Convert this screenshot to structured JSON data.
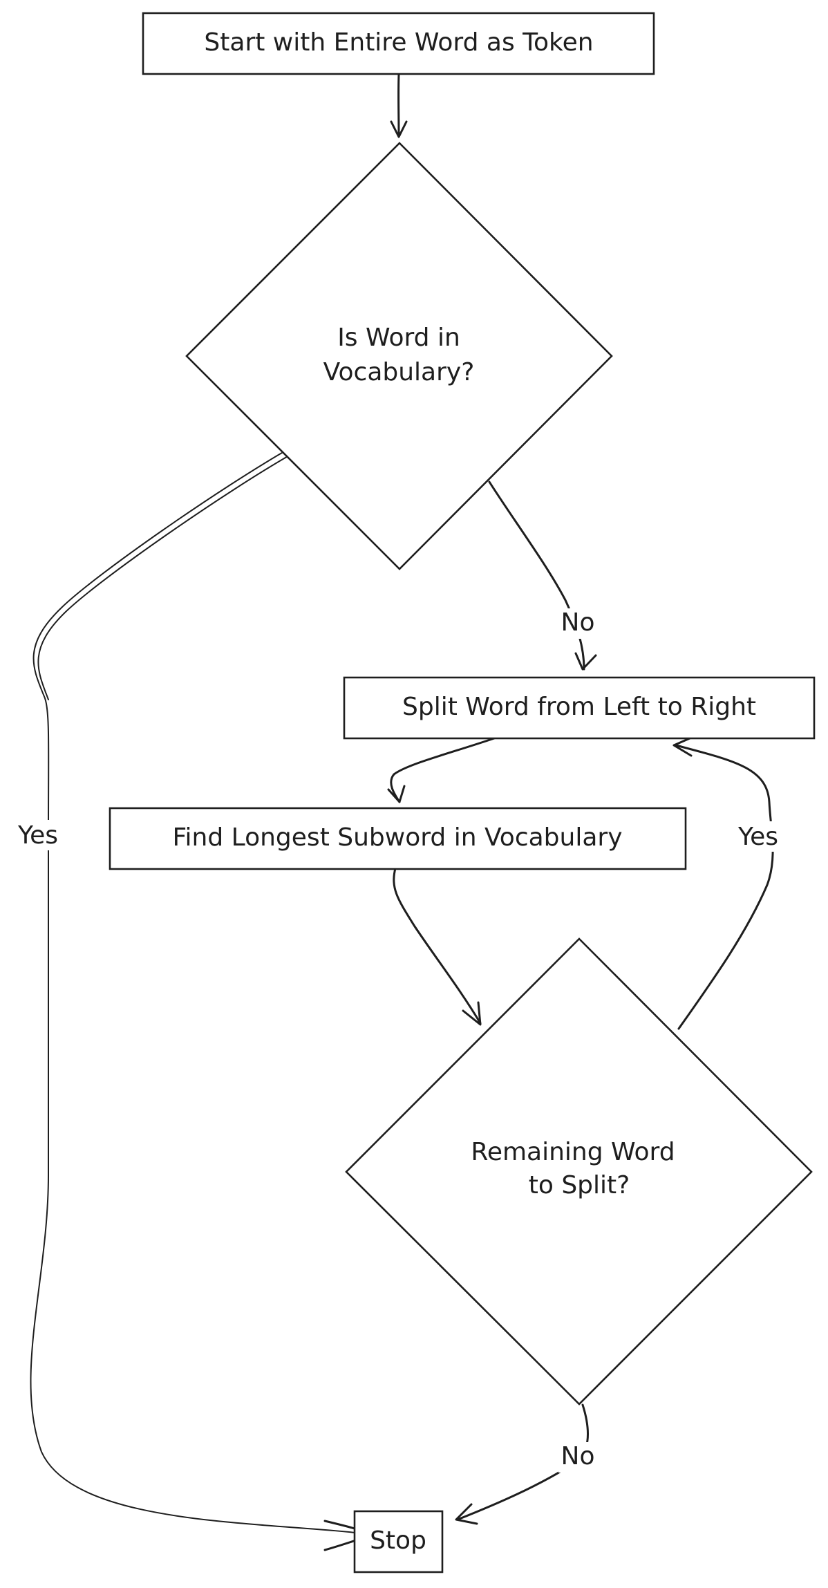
{
  "diagram": {
    "nodes": {
      "start": {
        "label": "Start with Entire Word as Token"
      },
      "in_vocab": {
        "label_line1": "Is Word in",
        "label_line2": "Vocabulary?"
      },
      "split": {
        "label": "Split Word from Left to Right"
      },
      "find": {
        "label": "Find Longest Subword in Vocabulary"
      },
      "remaining": {
        "label_line1": "Remaining Word",
        "label_line2": "to Split?"
      },
      "stop": {
        "label": "Stop"
      }
    },
    "edges": {
      "start_to_in_vocab": {
        "label": ""
      },
      "in_vocab_no": {
        "label": "No"
      },
      "in_vocab_yes": {
        "label": "Yes"
      },
      "split_to_find": {
        "label": ""
      },
      "find_to_remaining": {
        "label": ""
      },
      "remaining_yes": {
        "label": "Yes"
      },
      "remaining_no": {
        "label": "No"
      }
    },
    "colors": {
      "stroke": "#1e1e1e",
      "background": "#ffffff"
    }
  }
}
